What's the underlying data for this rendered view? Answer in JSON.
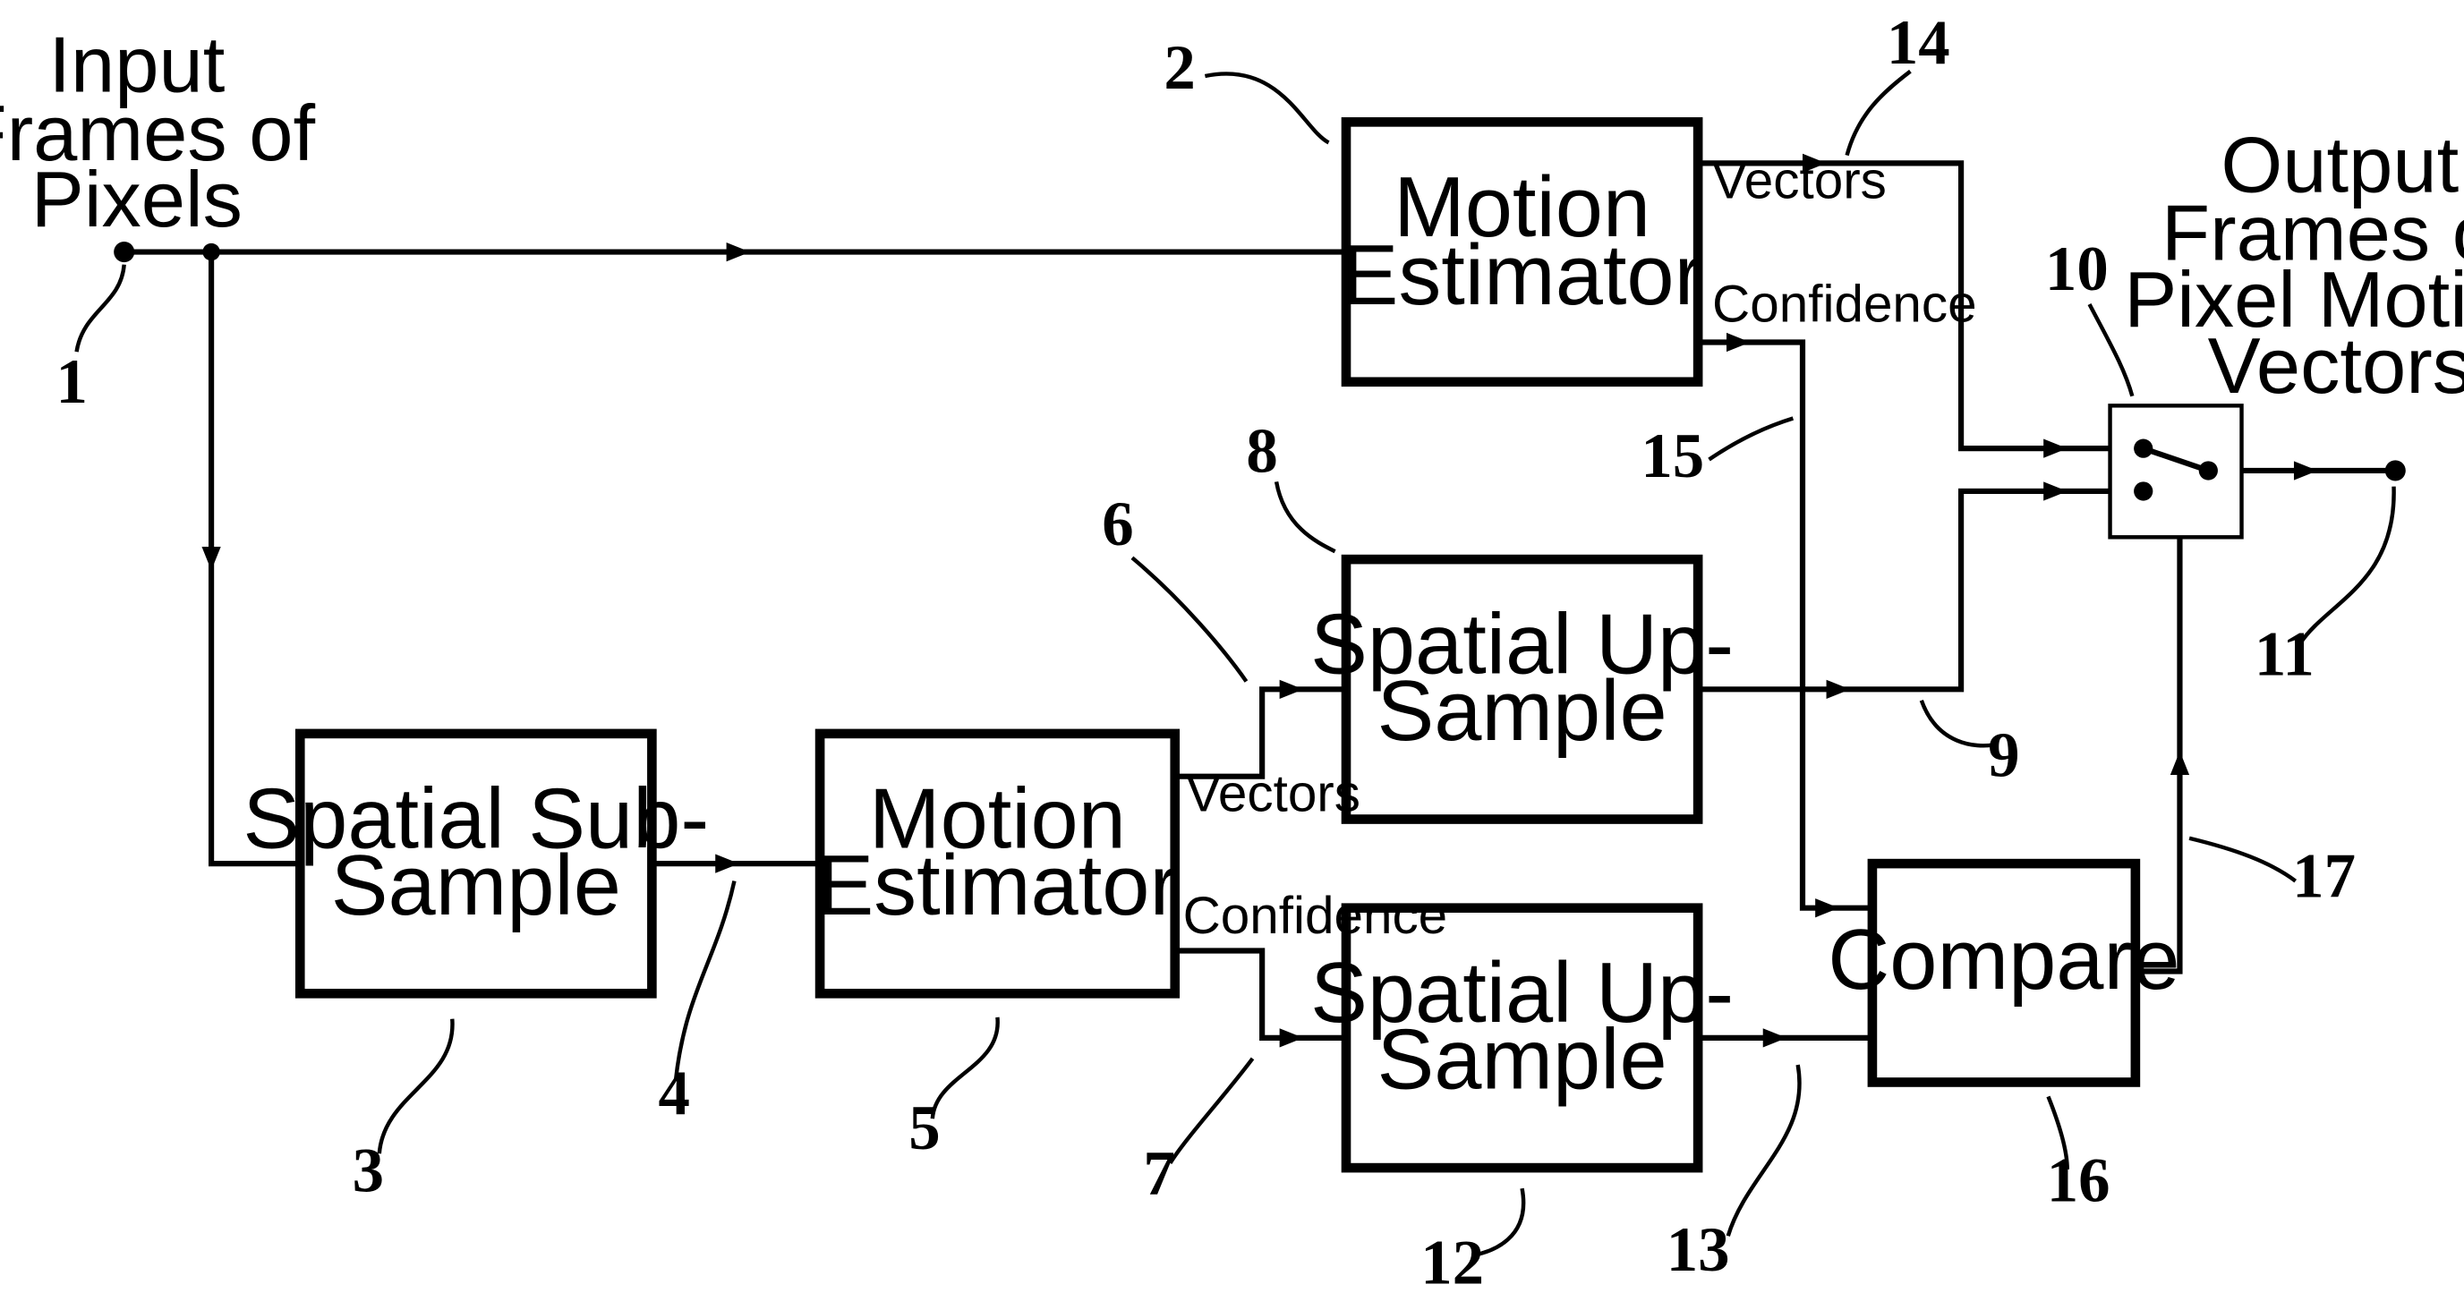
{
  "diagram": {
    "input_label": [
      "Input",
      "Frames of",
      "Pixels"
    ],
    "output_label": [
      "Output",
      "Frames of",
      "Pixel Motion",
      "Vectors"
    ],
    "blocks": {
      "motion_estimator_top": [
        "Motion",
        "Estimator"
      ],
      "spatial_sub_sample": [
        "Spatial Sub-",
        "Sample"
      ],
      "motion_estimator_bottom": [
        "Motion",
        "Estimator"
      ],
      "spatial_up_sample_upper": [
        "Spatial Up-",
        "Sample"
      ],
      "spatial_up_sample_lower": [
        "Spatial Up-",
        "Sample"
      ],
      "compare": [
        "Compare"
      ]
    },
    "signals": {
      "top_vectors": "Vectors",
      "top_confidence": "Confidence",
      "bottom_vectors": "Vectors",
      "bottom_confidence": "Confidence"
    },
    "refs": {
      "r1": "1",
      "r2": "2",
      "r3": "3",
      "r4": "4",
      "r5": "5",
      "r6": "6",
      "r7": "7",
      "r8": "8",
      "r9": "9",
      "r10": "10",
      "r11": "11",
      "r12": "12",
      "r13": "13",
      "r14": "14",
      "r15": "15",
      "r16": "16",
      "r17": "17"
    }
  }
}
